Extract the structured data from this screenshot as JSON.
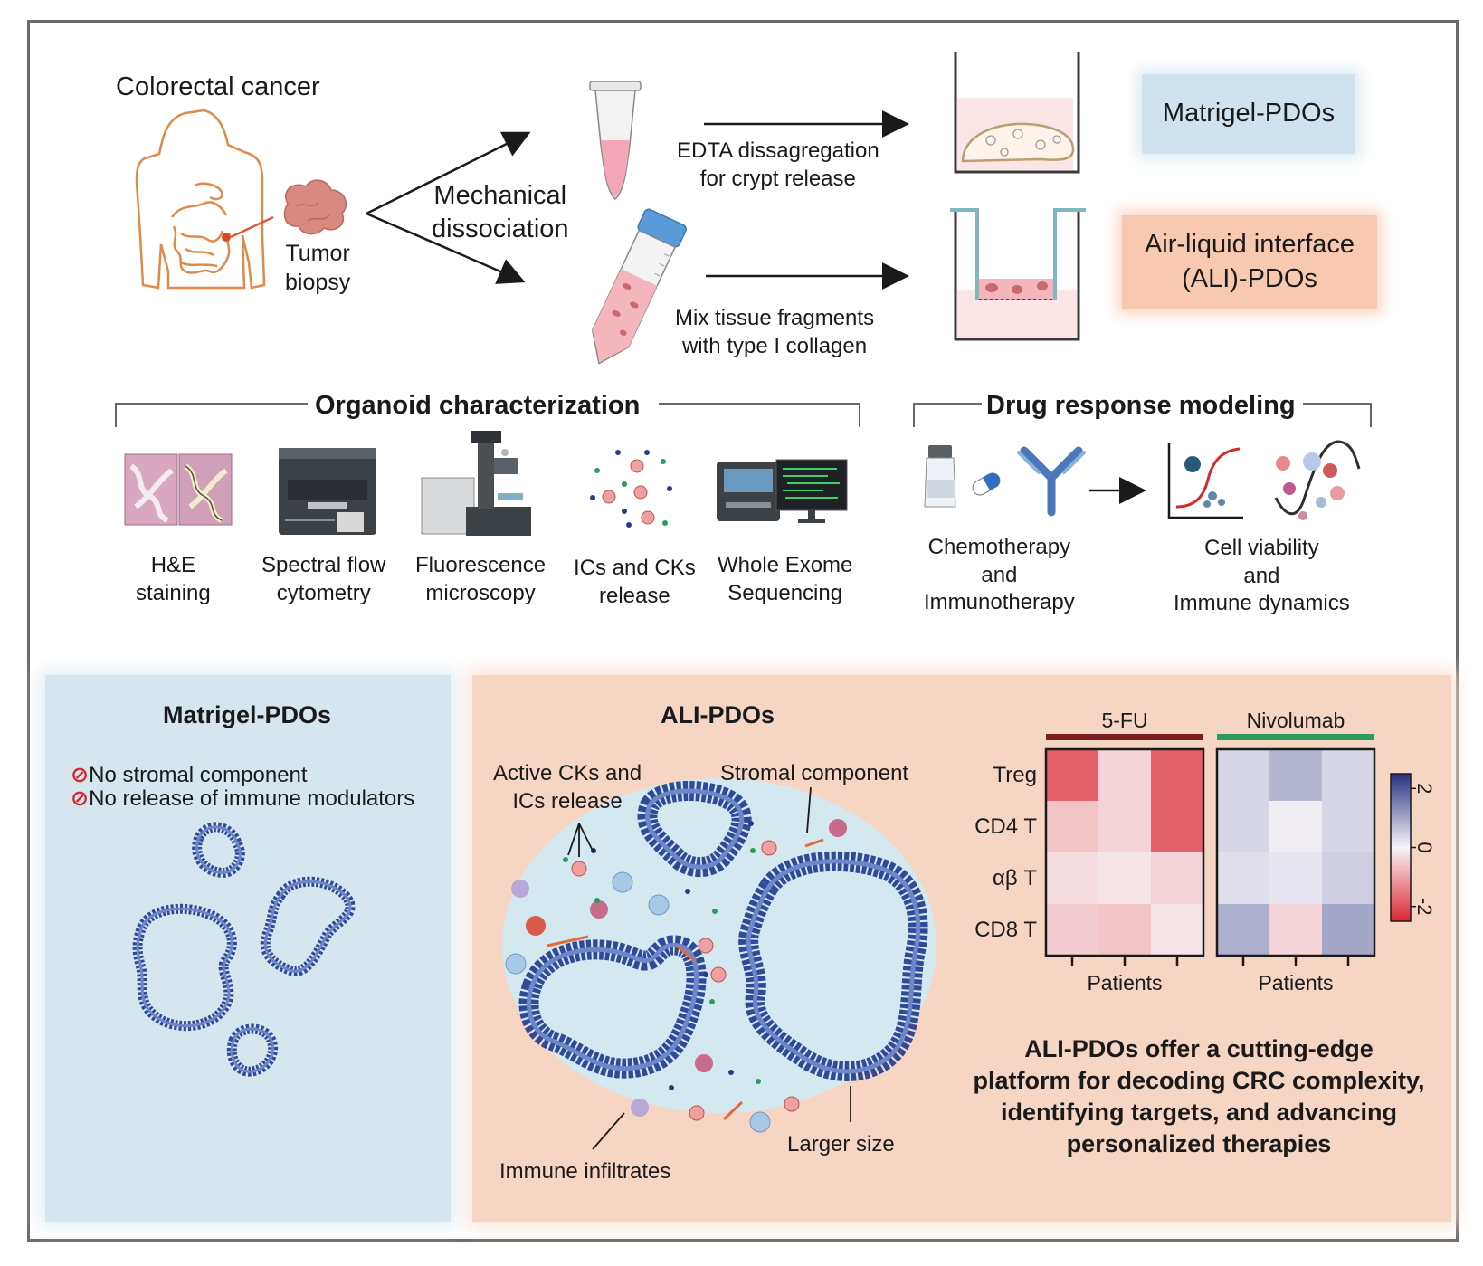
{
  "top": {
    "colorectal_cancer": "Colorectal cancer",
    "tumor_biopsy": [
      "Tumor",
      "biopsy"
    ],
    "mechanical_dissociation": [
      "Mechanical",
      "dissociation"
    ],
    "edta_text": [
      "EDTA dissagregation",
      "for crypt release"
    ],
    "mix_text": [
      "Mix tissue fragments",
      "with type I collagen"
    ],
    "matrigel_box": "Matrigel-PDOs",
    "ali_box": [
      "Air-liquid interface",
      "(ALI)-PDOs"
    ]
  },
  "characterization": {
    "header": "Organoid characterization",
    "items": [
      {
        "label": [
          "H&E",
          "staining"
        ],
        "icon": "he-staining-icon"
      },
      {
        "label": [
          "Spectral flow",
          "cytometry"
        ],
        "icon": "flow-cytometer-icon"
      },
      {
        "label": [
          "Fluorescence",
          "microscopy"
        ],
        "icon": "microscope-icon"
      },
      {
        "label": [
          "ICs and CKs",
          "release"
        ],
        "icon": "cytokine-dots-icon"
      },
      {
        "label": [
          "Whole Exome",
          "Sequencing"
        ],
        "icon": "sequencer-icon"
      }
    ]
  },
  "drug": {
    "header": "Drug response modeling",
    "left_label": [
      "Chemotherapy",
      "and",
      "Immunotherapy"
    ],
    "right_label": [
      "Cell viability",
      "and",
      "Immune dynamics"
    ]
  },
  "matrigel_panel": {
    "title": "Matrigel-PDOs",
    "bullets": [
      "No stromal component",
      "No release of immune modulators"
    ]
  },
  "ali_panel": {
    "title": "ALI-PDOs",
    "annotations": {
      "active_cks": [
        "Active CKs and",
        "ICs release"
      ],
      "stromal": "Stromal component",
      "immune": "Immune infiltrates",
      "larger": "Larger size"
    },
    "conclusion": [
      "ALI-PDOs offer a cutting-edge",
      "platform for decoding CRC complexity,",
      "identifying targets, and advancing",
      "personalized therapies"
    ]
  },
  "colors": {
    "matrigel_bg": "#d6e6ef",
    "ali_bg": "#f7d5c3",
    "fu_bar": "#7a1f1f",
    "nivo_bar": "#2e9b5a"
  },
  "chart_data": {
    "type": "heatmap",
    "panels": [
      {
        "name": "5-FU",
        "xlabel": "Patients",
        "rows": [
          "Treg",
          "CD4 T",
          "αβ T",
          "CD8 T"
        ],
        "values": [
          [
            -1.8,
            -0.4,
            -1.8
          ],
          [
            -0.6,
            -0.4,
            -1.8
          ],
          [
            -0.3,
            -0.2,
            -0.4
          ],
          [
            -0.5,
            -0.6,
            -0.2
          ]
        ]
      },
      {
        "name": "Nivolumab",
        "xlabel": "Patients",
        "rows": [
          "Treg",
          "CD4 T",
          "αβ T",
          "CD8 T"
        ],
        "values": [
          [
            0.4,
            0.8,
            0.4
          ],
          [
            0.4,
            0.1,
            0.4
          ],
          [
            0.3,
            0.2,
            0.5
          ],
          [
            0.9,
            -0.4,
            1.0
          ]
        ]
      }
    ],
    "colorbar": {
      "ticks": [
        "2",
        "0",
        "-2"
      ],
      "range": [
        -2.5,
        2.5
      ]
    }
  }
}
